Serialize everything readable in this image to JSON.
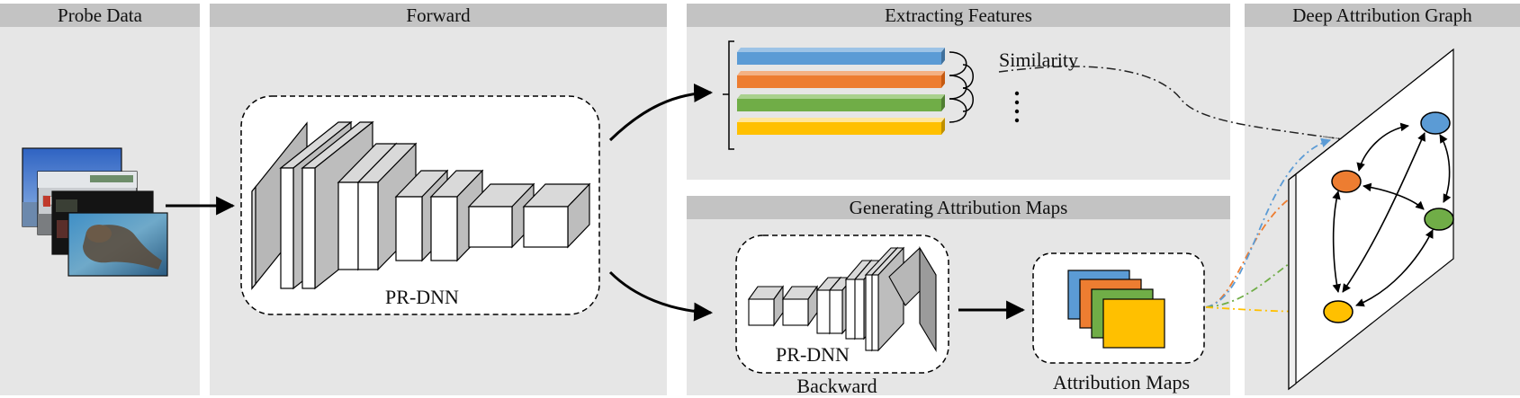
{
  "panels": {
    "probe_data": "Probe Data",
    "forward": "Forward",
    "extracting_features": "Extracting Features",
    "generating_attribution_maps": "Generating Attribution Maps",
    "deep_attribution_graph": "Deep Attribution Graph"
  },
  "labels": {
    "forward_network": "PR-DNN",
    "backward_network": "PR-DNN",
    "backward": "Backward",
    "attribution_maps": "Attribution Maps",
    "similarity": "Similarity",
    "ellipsis": "⋮"
  },
  "colors": {
    "panel_bg": "#e6e6e6",
    "header_bg": "#c3c3c3",
    "blue": "#5b9bd5",
    "orange": "#ed7d31",
    "green": "#70ad47",
    "yellow": "#ffc000",
    "gray_layer": "#b7b7b7"
  },
  "icons": {
    "arrow": "arrow-icon",
    "node": "circle-node-icon"
  }
}
